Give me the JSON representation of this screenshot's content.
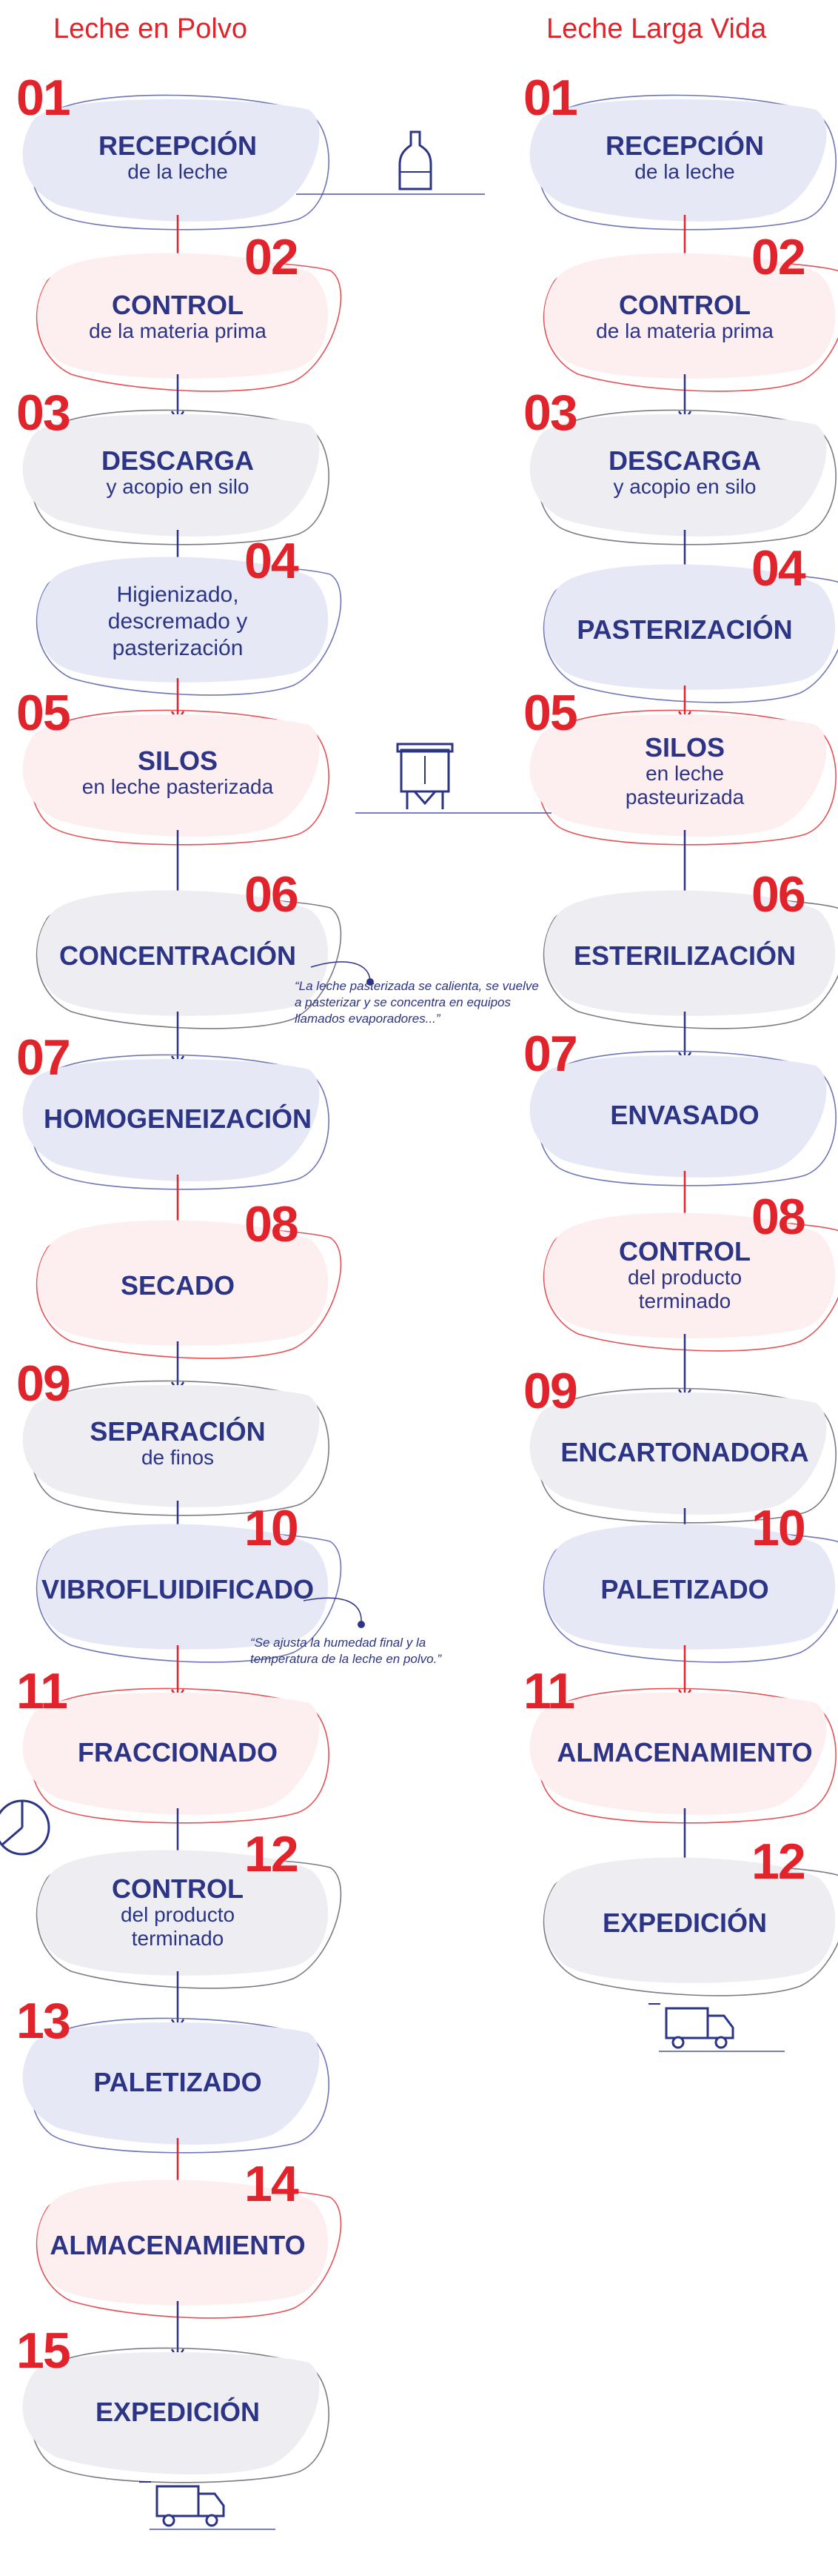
{
  "colors": {
    "red": "#e1242b",
    "navy": "#2c3486",
    "blob_grey": "#ededf2",
    "blob_pink": "#fdeef0",
    "blob_lavender": "#e6e8f5"
  },
  "columns": [
    {
      "title": "Leche en Polvo",
      "steps": [
        {
          "num": "01",
          "title": "RECEPCIÓN",
          "sub": "de la leche",
          "style": "lavender"
        },
        {
          "num": "02",
          "title": "CONTROL",
          "sub": "de la materia prima",
          "style": "pink"
        },
        {
          "num": "03",
          "title": "DESCARGA",
          "sub": "y acopio en silo",
          "style": "grey"
        },
        {
          "num": "04",
          "plain": "Higienizado, descremado y pasterización",
          "style": "lavender"
        },
        {
          "num": "05",
          "title": "SILOS",
          "sub": "en leche pasterizada",
          "style": "pink"
        },
        {
          "num": "06",
          "title": "CONCENTRACIÓN",
          "style": "grey"
        },
        {
          "num": "07",
          "title": "HOMOGENEIZACIÓN",
          "style": "lavender"
        },
        {
          "num": "08",
          "title": "SECADO",
          "style": "pink"
        },
        {
          "num": "09",
          "title": "SEPARACIÓN",
          "sub": "de finos",
          "style": "grey"
        },
        {
          "num": "10",
          "title": "VIBROFLUIDIFICADO",
          "style": "lavender"
        },
        {
          "num": "11",
          "title": "FRACCIONADO",
          "style": "pink"
        },
        {
          "num": "12",
          "title": "CONTROL",
          "sub": "del producto terminado",
          "style": "grey"
        },
        {
          "num": "13",
          "title": "PALETIZADO",
          "style": "lavender"
        },
        {
          "num": "14",
          "title": "ALMACENAMIENTO",
          "style": "pink"
        },
        {
          "num": "15",
          "title": "EXPEDICIÓN",
          "style": "grey"
        }
      ]
    },
    {
      "title": "Leche Larga Vida",
      "steps": [
        {
          "num": "01",
          "title": "RECEPCIÓN",
          "sub": "de la leche",
          "style": "lavender"
        },
        {
          "num": "02",
          "title": "CONTROL",
          "sub": "de la materia prima",
          "style": "pink"
        },
        {
          "num": "03",
          "title": "DESCARGA",
          "sub": "y acopio en silo",
          "style": "grey"
        },
        {
          "num": "04",
          "title": "PASTERIZACIÓN",
          "style": "lavender"
        },
        {
          "num": "05",
          "title": "SILOS",
          "sub": "en leche pasteurizada",
          "style": "pink"
        },
        {
          "num": "06",
          "title": "ESTERILIZACIÓN",
          "style": "grey"
        },
        {
          "num": "07",
          "title": "ENVASADO",
          "style": "lavender"
        },
        {
          "num": "08",
          "title": "CONTROL",
          "sub": "del producto terminado",
          "style": "pink"
        },
        {
          "num": "09",
          "title": "ENCARTONADORA",
          "style": "grey"
        },
        {
          "num": "10",
          "title": "PALETIZADO",
          "style": "lavender"
        },
        {
          "num": "11",
          "title": "ALMACENAMIENTO",
          "style": "pink"
        },
        {
          "num": "12",
          "title": "EXPEDICIÓN",
          "style": "grey"
        }
      ]
    }
  ],
  "notes": [
    "“La leche pasterizada se calienta, se vuelve a pasterizar y se concentra en equipos llamados evaporadores...”",
    "“Se ajusta la humedad final y la temperatura de la leche en polvo.”"
  ],
  "icons": [
    "milk-bottle-icon",
    "silo-tank-icon",
    "pie-chart-icon",
    "delivery-truck-icon"
  ]
}
